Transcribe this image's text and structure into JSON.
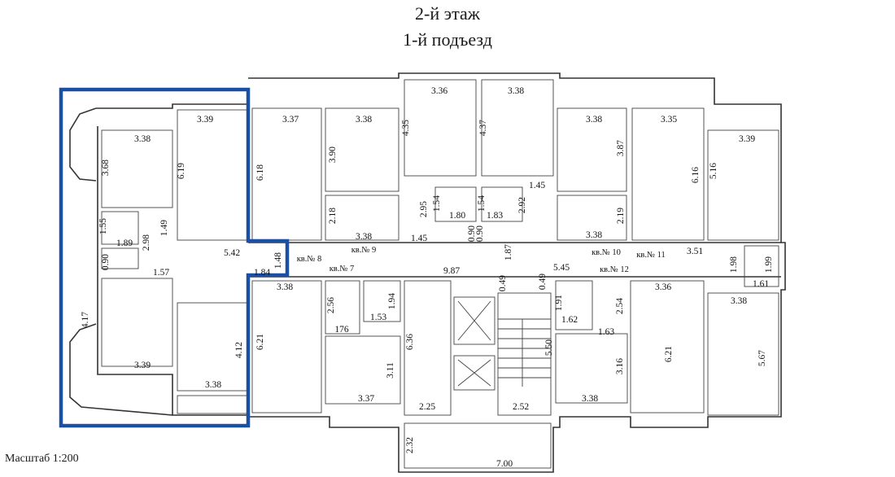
{
  "header": {
    "floor": "2-й этаж",
    "entrance": "1-й подъезд"
  },
  "scale_label": "Масштаб 1:200",
  "highlight_color": "#1a4fa3",
  "apartments": [
    "кв.№ 8",
    "кв.№ 9",
    "кв.№ 7",
    "кв.№ 10",
    "кв.№ 11",
    "кв.№ 12"
  ],
  "dimensions": [
    "3.39",
    "3.38",
    "3.37",
    "3.38",
    "3.36",
    "3.38",
    "3.38",
    "3.35",
    "3.39",
    "5.42",
    "1.89",
    "1.57",
    "1.84",
    "3.38",
    "1.45",
    "1.80",
    "1.83",
    "1.45",
    "3.38",
    "3.51",
    "1.61",
    "9.87",
    "5.45",
    "3.38",
    "1.53",
    "176",
    "3.37",
    "2.25",
    "2.52",
    "1.62",
    "1.63",
    "3.36",
    "3.38",
    "3.39",
    "3.38",
    "7.00",
    "3.38",
    "3.68",
    "6.19",
    "1.55",
    "2.98",
    "1.49",
    "0.90",
    "6.18",
    "3.90",
    "2.18",
    "4.35",
    "2.95",
    "1.54",
    "1.54",
    "2.92",
    "4.37",
    "0.90",
    "0.90",
    "1.87",
    "3.87",
    "2.19",
    "6.16",
    "5.16",
    "1.48",
    "1.98",
    "1.99",
    "4.17",
    "4.12",
    "6.21",
    "2.56",
    "1.94",
    "6.36",
    "3.11",
    "0.49",
    "0.49",
    "5.50",
    "1.91",
    "2.54",
    "3.16",
    "6.21",
    "5.67",
    "2.32"
  ]
}
